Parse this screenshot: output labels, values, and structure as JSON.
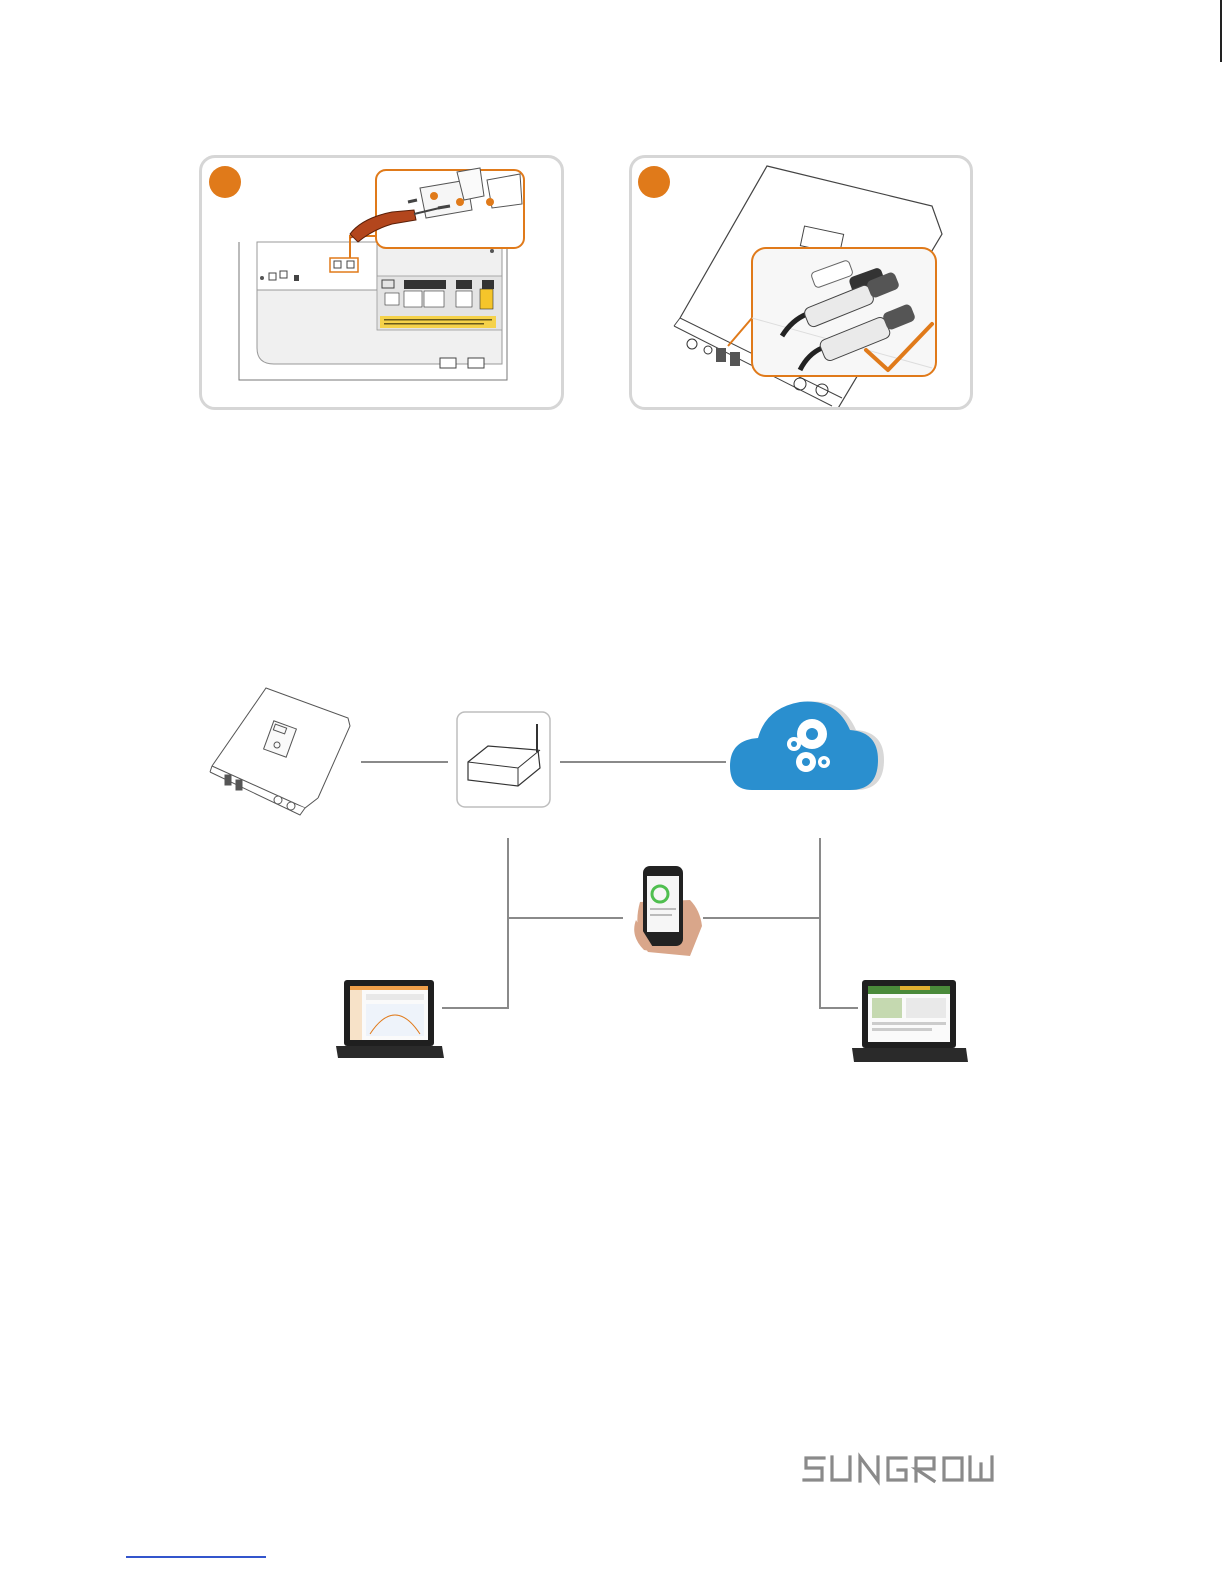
{
  "brand": {
    "name": "SUNGROW",
    "color": "#8a8a8a"
  },
  "colors": {
    "accent": "#e07a1a",
    "cloud": "#2a8fcf",
    "line": "#8a8a8a",
    "panel_border": "#d6d6d6"
  },
  "step_panels": [
    {
      "id": "step-1",
      "icon": "step-marker-icon",
      "illustration": "screwdriver-terminal-cover-removal"
    },
    {
      "id": "step-2",
      "icon": "step-marker-icon",
      "illustration": "dc-connector-plugged-check"
    }
  ],
  "network_diagram": {
    "nodes": [
      "inverter-icon",
      "router-icon",
      "cloud-server-icon",
      "smartphone-icon",
      "laptop-local-icon",
      "laptop-web-icon"
    ]
  }
}
